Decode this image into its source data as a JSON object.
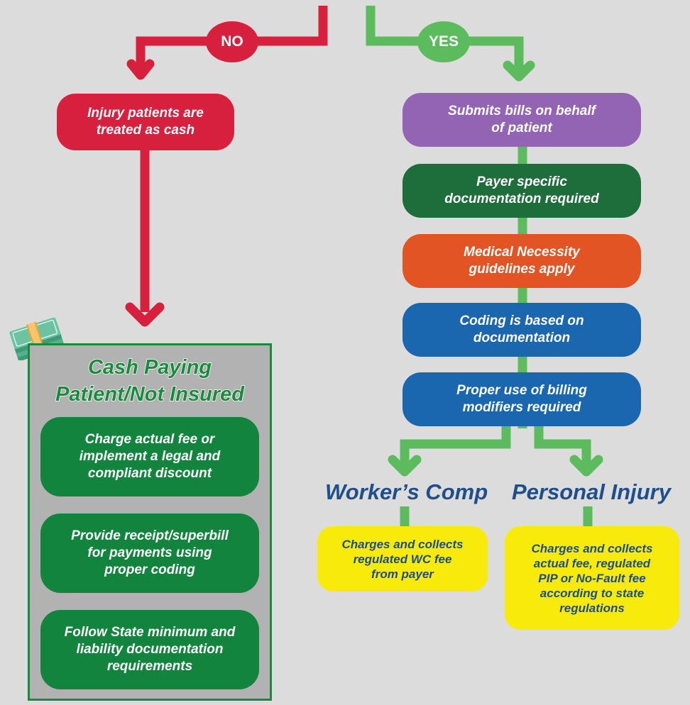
{
  "branches": {
    "no_label": "NO",
    "yes_label": "YES"
  },
  "no_branch": {
    "start": "Injury patients are\ntreated as cash",
    "panel_title_line1": "Cash Paying",
    "panel_title_line2": "Patient/Not Insured",
    "panel_items": [
      "Charge actual fee or\nimplement a legal and\ncompliant discount",
      "Provide receipt/superbill\nfor payments using\nproper coding",
      "Follow State minimum and\nliability documentation\nrequirements"
    ]
  },
  "yes_branch": {
    "steps": [
      "Submits bills on behalf\nof patient",
      "Payer specific\ndocumentation required",
      "Medical Necessity\nguidelines apply",
      "Coding is based on\ndocumentation",
      "Proper use of billing\nmodifiers required"
    ],
    "workers_comp": {
      "heading": "Worker’s Comp",
      "note": "Charges and collects\nregulated WC fee\nfrom payer"
    },
    "personal_injury": {
      "heading": "Personal Injury",
      "note": "Charges and collects\nactual fee, regulated\nPIP or No-Fault fee\naccording to state\nregulations"
    }
  },
  "colors": {
    "no_red": "#d7203e",
    "yes_green": "#5cbb5c",
    "purple": "#9464b4",
    "dark_green": "#1e6e3c",
    "orange": "#e35424",
    "blue": "#1a67b0",
    "panel_green": "#13843e",
    "yellow": "#f8ea0a",
    "heading_blue": "#1e4e8c"
  },
  "icons": {
    "money": "cash-stack-icon"
  }
}
